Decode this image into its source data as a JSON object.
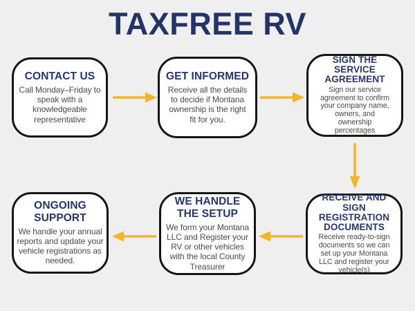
{
  "title": "TAXFREE RV",
  "colors": {
    "background": "#EFEFEF",
    "box_bg": "#FFFFFF",
    "box_border": "#151515",
    "title_color": "#243467",
    "heading_color": "#27356D",
    "body_color": "#4A4A4D",
    "arrow_color": "#F6B32D"
  },
  "boxes": [
    {
      "title": "CONTACT US",
      "body": "Call Monday–Friday to\nspeak with a\nknowledgeable\nrepresentative"
    },
    {
      "title": "GET INFORMED",
      "body": "Receive all the details\nto decide if Montana\nownership is the right\nfit for you."
    },
    {
      "title": "SIGN THE\nSERVICE\nAGREEMENT",
      "body": "Sign our service\nagreement to confirm\nyour company name,\nowners, and\nownership\npercentages"
    },
    {
      "title": "ONGOING\nSUPPORT",
      "body": "We handle your annual\nreports and update your\nvehicle registrations as\nneeded."
    },
    {
      "title": "WE HANDLE\nTHE SETUP",
      "body": "We form your Montana\nLLC and Register your\nRV or other vehicles\nwith the local County\nTreasurer"
    },
    {
      "title": "RECEIVE AND\nSIGN\nREGISTRATION\nDOCUMENTS",
      "body": "Receive ready-to-sign\ndocuments so we can\nset up your Montana\nLLC and register your\nvehicle(s)"
    }
  ],
  "arrows": [
    {
      "name": "contact-to-informed",
      "direction": "right"
    },
    {
      "name": "informed-to-agreement",
      "direction": "right"
    },
    {
      "name": "agreement-to-documents",
      "direction": "down"
    },
    {
      "name": "documents-to-setup",
      "direction": "left"
    },
    {
      "name": "setup-to-support",
      "direction": "left"
    }
  ]
}
